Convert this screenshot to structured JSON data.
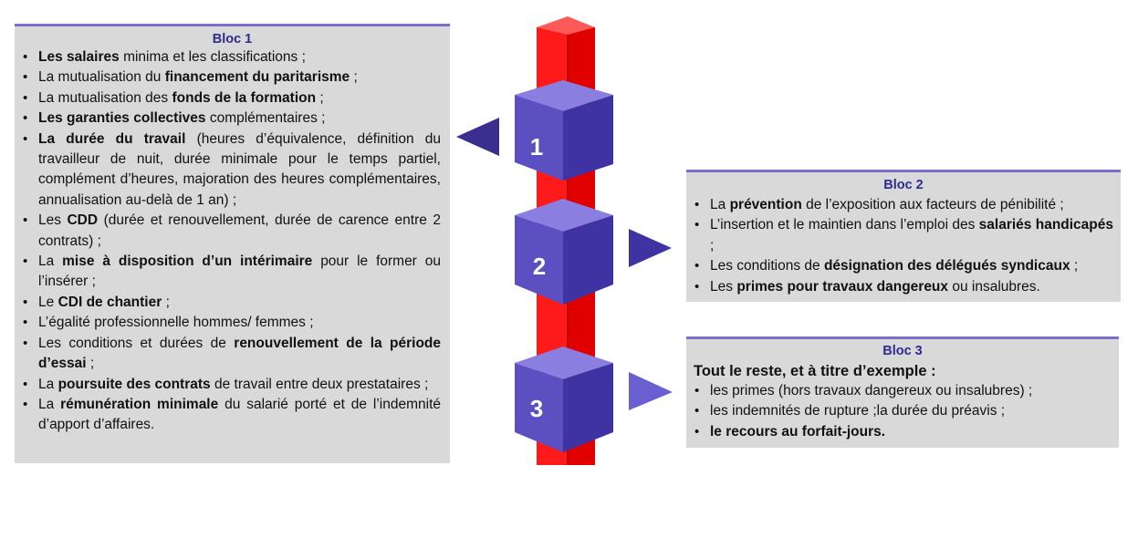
{
  "colors": {
    "panel_bg": "#d9d9d9",
    "panel_border": "#7b6fc9",
    "title": "#2e2a8f",
    "column": "#ff0000",
    "cube_front": "#5b4fc2",
    "arrow": "#3a2f8f"
  },
  "blocks": [
    {
      "title": "Bloc 1",
      "items": [
        [
          {
            "t": "Les salaires",
            "b": true
          },
          {
            "t": " minima et les classifications ;"
          }
        ],
        [
          {
            "t": "La mutualisation du "
          },
          {
            "t": "financement du paritarisme",
            "b": true
          },
          {
            "t": " ;"
          }
        ],
        [
          {
            "t": "La mutualisation des "
          },
          {
            "t": "fonds de la formation",
            "b": true
          },
          {
            "t": " ;"
          }
        ],
        [
          {
            "t": "Les garanties collectives",
            "b": true
          },
          {
            "t": " complémentaires ;"
          }
        ],
        [
          {
            "t": "La durée du travail",
            "b": true
          },
          {
            "t": " (heures d’équivalence, définition du travailleur de nuit, durée minimale pour le temps partiel, complément d’heures, majoration des heures complémentaires, annualisation au-delà de 1 an) ;"
          }
        ],
        [
          {
            "t": "Les "
          },
          {
            "t": "CDD",
            "b": true
          },
          {
            "t": " (durée et renouvellement, durée de carence entre 2 contrats) ;"
          }
        ],
        [
          {
            "t": "La "
          },
          {
            "t": "mise à disposition d’un intérimaire",
            "b": true
          },
          {
            "t": " pour le former ou l’insérer ;"
          }
        ],
        [
          {
            "t": "Le "
          },
          {
            "t": "CDI de chantier",
            "b": true
          },
          {
            "t": " ;"
          }
        ],
        [
          {
            "t": "L’égalité professionnelle hommes/ femmes ;"
          }
        ],
        [
          {
            "t": "Les conditions et durées de "
          },
          {
            "t": "renouvellement de la période d’essai",
            "b": true
          },
          {
            "t": " ;"
          }
        ],
        [
          {
            "t": "La "
          },
          {
            "t": "poursuite des contrats",
            "b": true
          },
          {
            "t": " de travail entre deux prestataires ;"
          }
        ],
        [
          {
            "t": "La "
          },
          {
            "t": "rémunération minimale",
            "b": true
          },
          {
            "t": " du salarié porté et de l’indemnité d’apport d’affaires."
          }
        ]
      ]
    },
    {
      "title": "Bloc 2",
      "items": [
        [
          {
            "t": "La "
          },
          {
            "t": "prévention",
            "b": true
          },
          {
            "t": " de l’exposition aux facteurs de pénibilité ;"
          }
        ],
        [
          {
            "t": "L’insertion et le maintien dans l’emploi des "
          },
          {
            "t": "salariés handicapés",
            "b": true
          },
          {
            "t": " ;"
          }
        ],
        [
          {
            "t": "Les conditions de "
          },
          {
            "t": "désignation des délégués syndicaux",
            "b": true
          },
          {
            "t": " ;"
          }
        ],
        [
          {
            "t": "Les "
          },
          {
            "t": "primes pour travaux dangereux",
            "b": true
          },
          {
            "t": " ou insalubres."
          }
        ]
      ]
    },
    {
      "title": "Bloc 3",
      "lead": "Tout le reste, et à titre d’exemple :",
      "items": [
        [
          {
            "t": "les primes (hors travaux dangereux ou insalubres) ;"
          }
        ],
        [
          {
            "t": "les indemnités de rupture ;la durée du préavis ;"
          }
        ],
        [
          {
            "t": "le recours au forfait-jours.",
            "b": true
          }
        ]
      ]
    }
  ],
  "cubes": [
    {
      "label": "1"
    },
    {
      "label": "2"
    },
    {
      "label": "3"
    }
  ]
}
